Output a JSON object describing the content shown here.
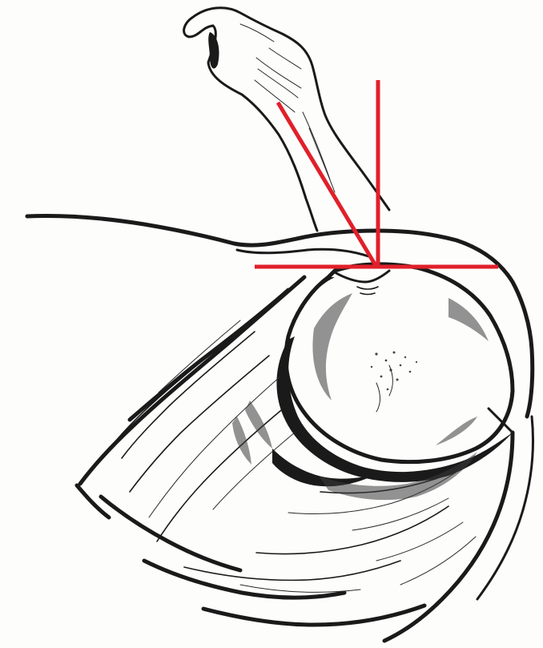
{
  "figure": {
    "subject": "",
    "colors": {
      "background": "#fdfdfc",
      "ink": "#1a1a1a",
      "annotation": "#e0202a"
    },
    "annotation_lines": [
      {
        "name": "vertical-reference-line"
      },
      {
        "name": "horizontal-reference-line"
      },
      {
        "name": "oblique-axis-line"
      }
    ]
  }
}
